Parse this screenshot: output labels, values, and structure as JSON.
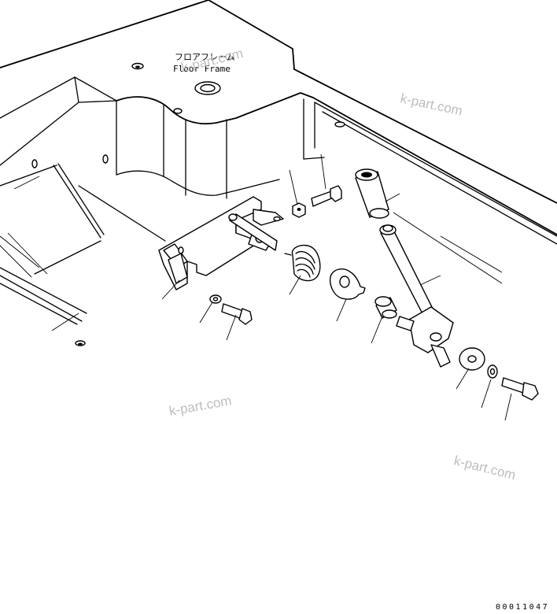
{
  "frame_label": {
    "japanese": "フロアフレーム",
    "english": "Floor Frame"
  },
  "watermarks": [
    "k-part.com",
    "k-part.com",
    "k-part.com",
    "k-part.com"
  ],
  "figure_code": "00011047"
}
